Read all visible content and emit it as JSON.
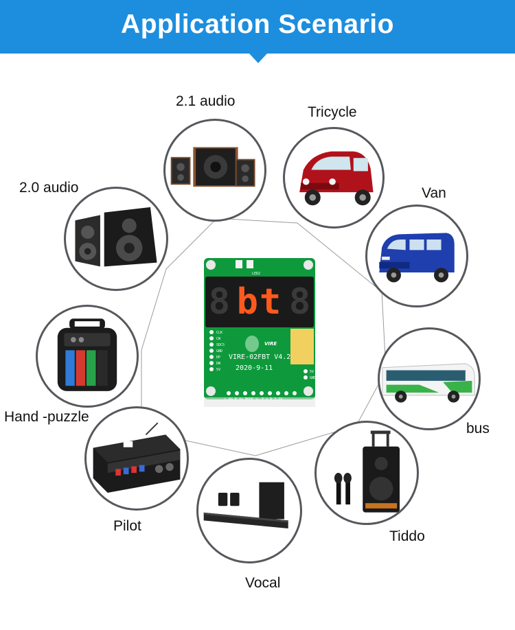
{
  "header": {
    "title": "Application Scenario"
  },
  "scenarios": [
    {
      "label": "2.1 audio"
    },
    {
      "label": "Tricycle"
    },
    {
      "label": "2.0 audio"
    },
    {
      "label": "Van"
    },
    {
      "label": "Hand -puzzle"
    },
    {
      "label": "bus"
    },
    {
      "label": "Pilot"
    },
    {
      "label": "Tiddo"
    },
    {
      "label": "Vocal"
    }
  ],
  "module": {
    "display_text": "bt",
    "model": "VIRE-02FBT V4.2",
    "date": "2020-9-11",
    "brand": "VIRE",
    "led_label": "LED2",
    "left_pins": [
      "CLK",
      "CW",
      "SDCS",
      "GND",
      "DP",
      "DW",
      "5V"
    ],
    "right_pins": [
      "5V",
      "GND"
    ],
    "bottom_pins": "L AG R V+ MODE V- P G B 3.3V"
  },
  "colors": {
    "banner": "#1d8ede",
    "circle_border": "#55585c",
    "pcb_green": "#0e9a3c",
    "digit_on": "#ff5a1e"
  }
}
